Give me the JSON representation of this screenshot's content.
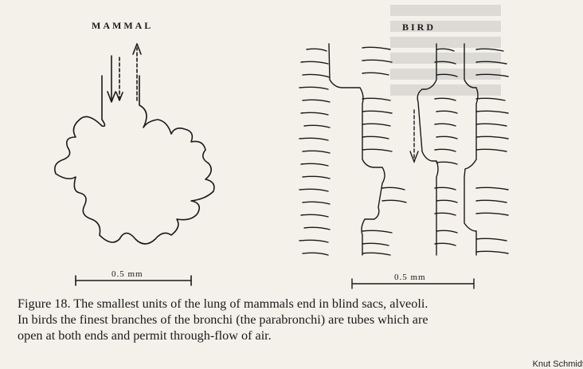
{
  "figure": {
    "mammal_label": "MAMMAL",
    "bird_label": "BIRD",
    "mammal_scale": "0.5 mm",
    "bird_scale": "0.5 mm"
  },
  "caption": {
    "line1": "Figure 18. The smallest units of the lung of mammals end in blind sacs, alveoli.",
    "line2": "In birds the finest branches of the bronchi (the parabronchi) are tubes which are",
    "line3": "open at both ends and permit through-flow of air."
  },
  "credit": "Knut Schmidt"
}
